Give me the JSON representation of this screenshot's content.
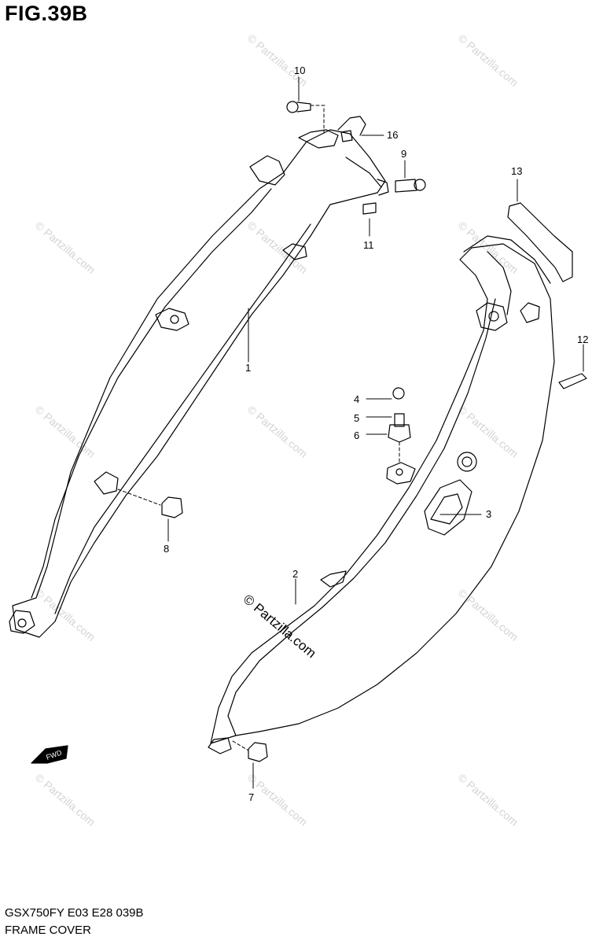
{
  "figure": {
    "title": "FIG.39B",
    "model_code": "GSX750FY E03 E28  039B",
    "caption": "FRAME COVER"
  },
  "watermark": {
    "text": "© Partzilla.com"
  },
  "callouts": [
    {
      "id": "1",
      "text": "1"
    },
    {
      "id": "2",
      "text": "2"
    },
    {
      "id": "3",
      "text": "3"
    },
    {
      "id": "4",
      "text": "4"
    },
    {
      "id": "5",
      "text": "5"
    },
    {
      "id": "6",
      "text": "6"
    },
    {
      "id": "7",
      "text": "7"
    },
    {
      "id": "8",
      "text": "8"
    },
    {
      "id": "9",
      "text": "9"
    },
    {
      "id": "10",
      "text": "10"
    },
    {
      "id": "11",
      "text": "11"
    },
    {
      "id": "12",
      "text": "12"
    },
    {
      "id": "13",
      "text": "13"
    },
    {
      "id": "16",
      "text": "16"
    }
  ],
  "direction_arrow": {
    "icon": "fwd-arrow-icon",
    "text": "FWD"
  }
}
